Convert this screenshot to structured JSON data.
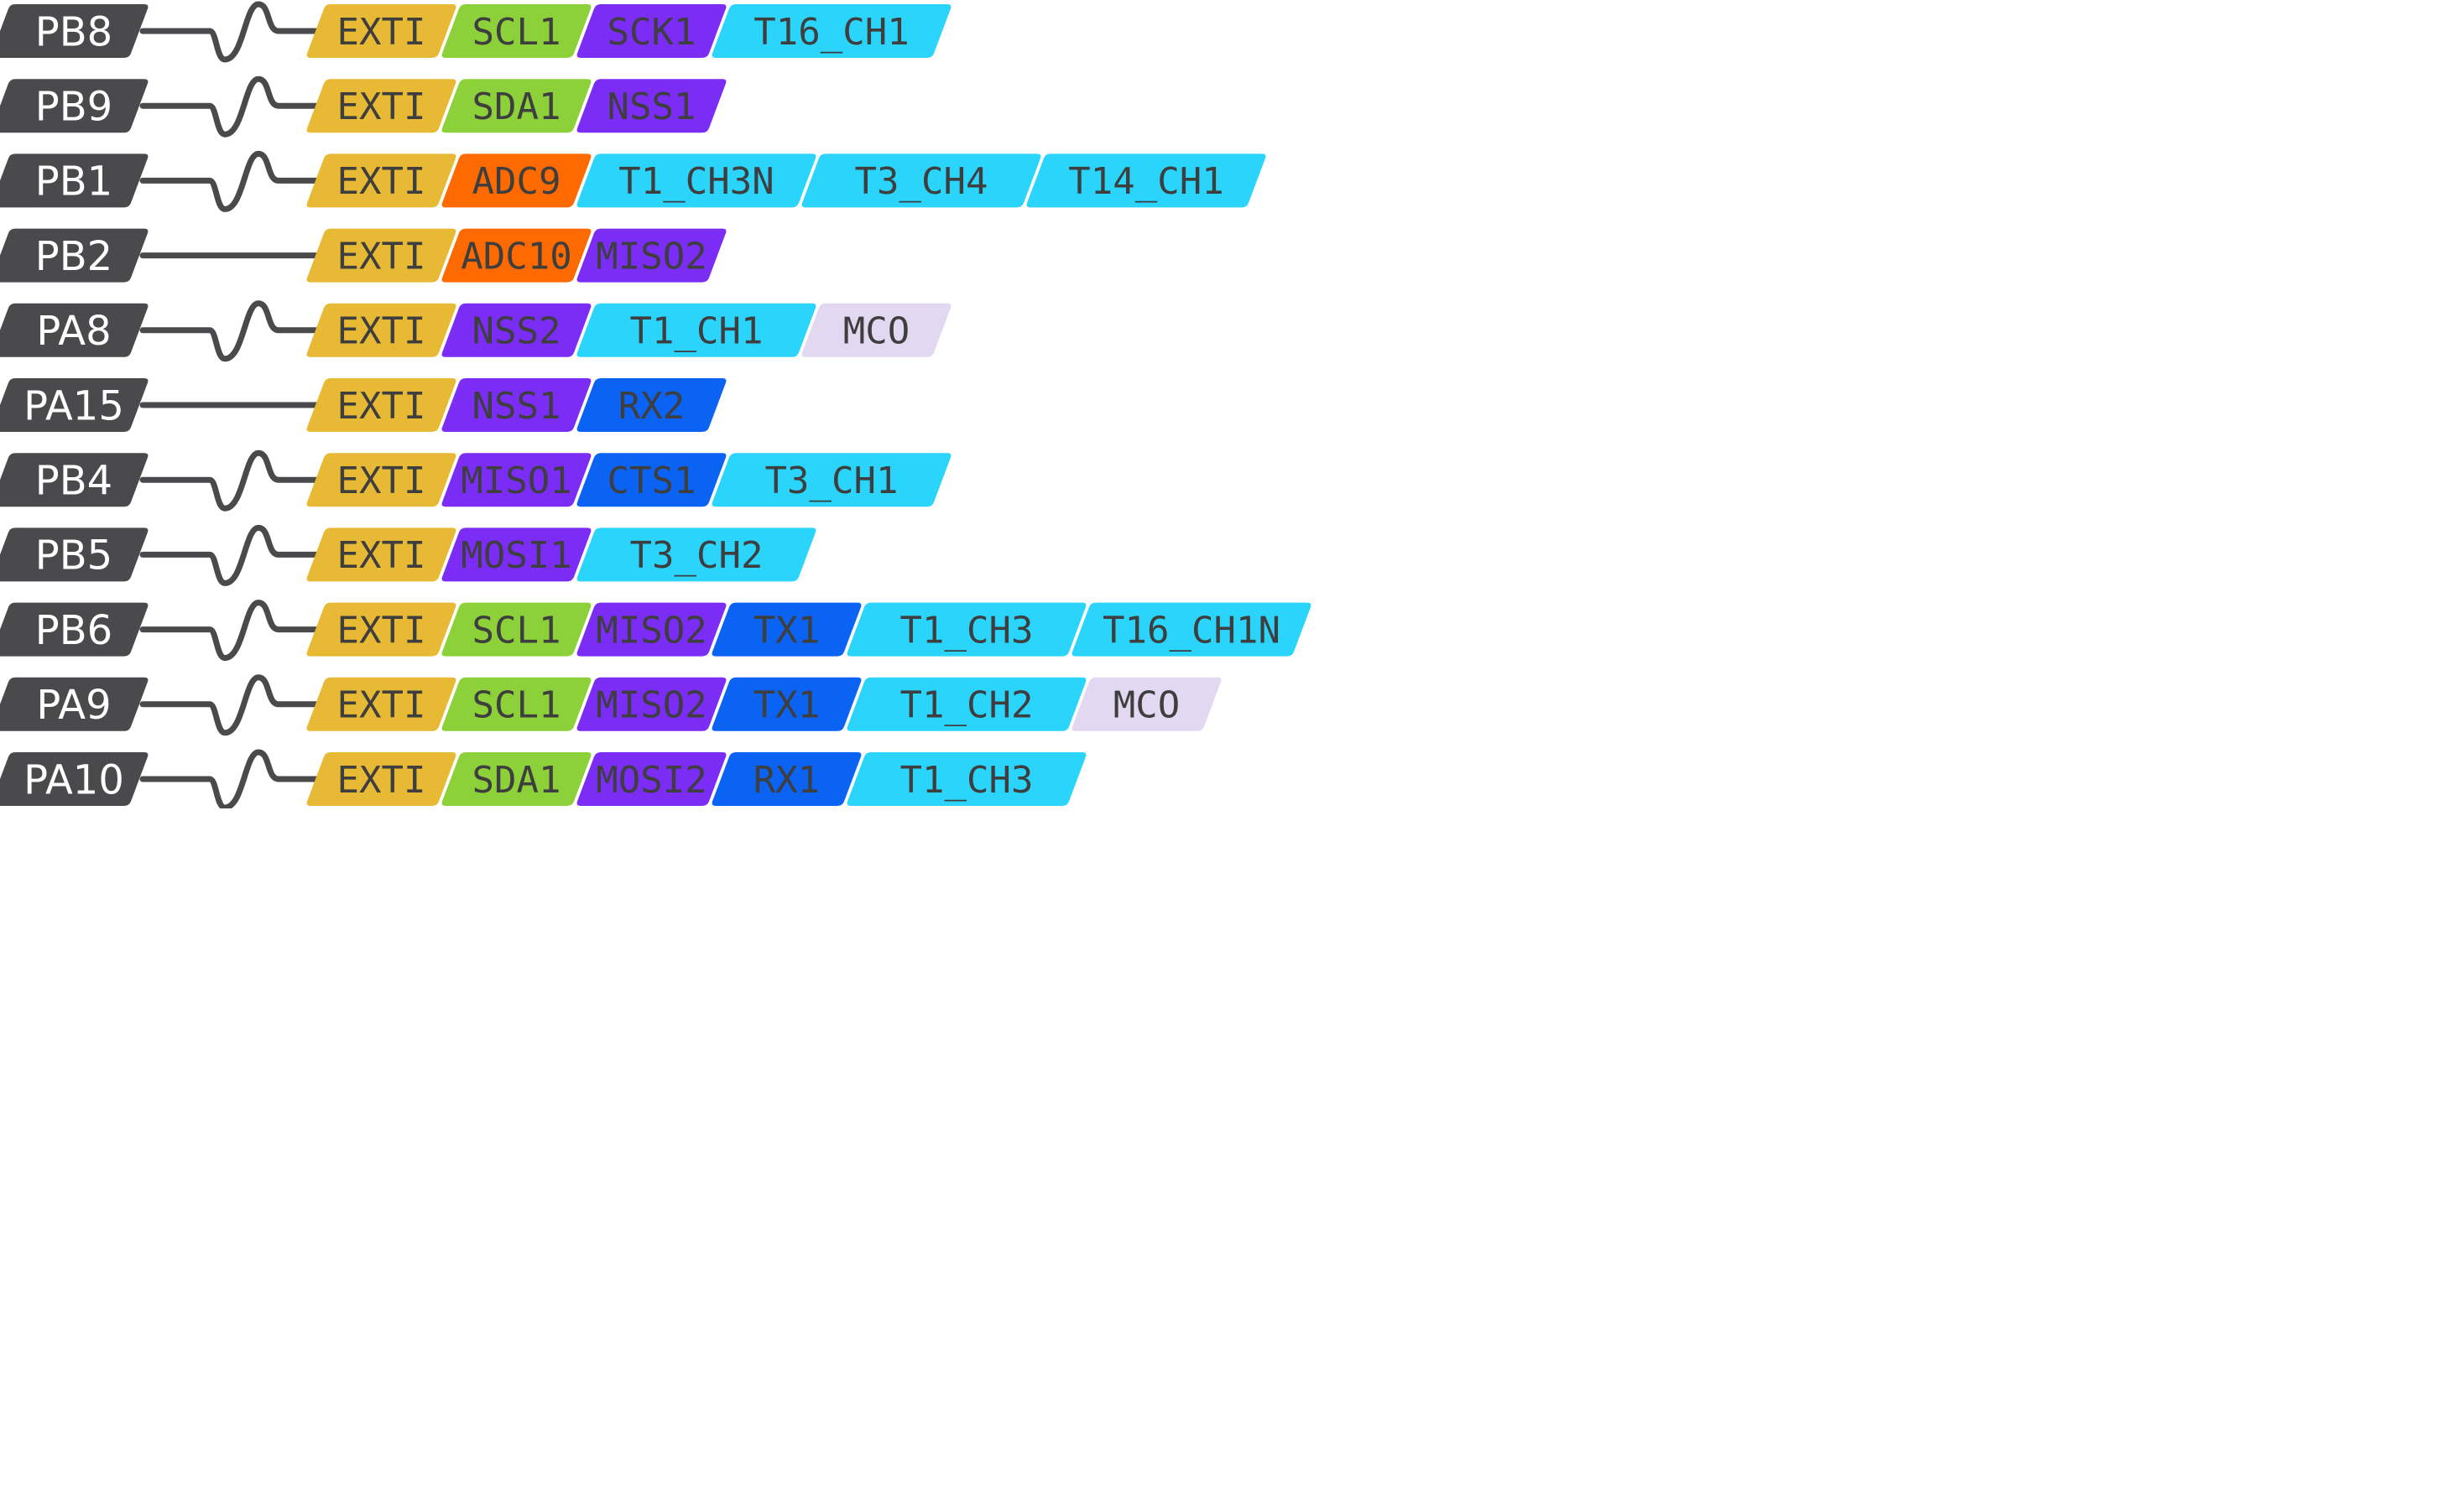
{
  "colors": {
    "pin": "#4a4a4c",
    "EXTI": "#e7b934",
    "I2C": "#8cd03a",
    "SPI": "#7b2cf5",
    "ADC": "#ff6a00",
    "TIMER": "#2ad4fb",
    "UART": "#0a63f2",
    "MCO": "#e2d8f2",
    "pin_text": "#ffffff",
    "func_text": "#3e3e3e"
  },
  "pins": [
    {
      "name": "PB8",
      "wave": true,
      "functions": [
        {
          "label": "EXTI",
          "type": "EXTI"
        },
        {
          "label": "SCL1",
          "type": "I2C"
        },
        {
          "label": "SCK1",
          "type": "SPI"
        },
        {
          "label": "T16_CH1",
          "type": "TIMER"
        }
      ]
    },
    {
      "name": "PB9",
      "wave": true,
      "functions": [
        {
          "label": "EXTI",
          "type": "EXTI"
        },
        {
          "label": "SDA1",
          "type": "I2C"
        },
        {
          "label": "NSS1",
          "type": "SPI"
        }
      ]
    },
    {
      "name": "PB1",
      "wave": true,
      "functions": [
        {
          "label": "EXTI",
          "type": "EXTI"
        },
        {
          "label": "ADC9",
          "type": "ADC"
        },
        {
          "label": "T1_CH3N",
          "type": "TIMER"
        },
        {
          "label": "T3_CH4",
          "type": "TIMER"
        },
        {
          "label": "T14_CH1",
          "type": "TIMER"
        }
      ]
    },
    {
      "name": "PB2",
      "wave": false,
      "functions": [
        {
          "label": "EXTI",
          "type": "EXTI"
        },
        {
          "label": "ADC10",
          "type": "ADC"
        },
        {
          "label": "MISO2",
          "type": "SPI"
        }
      ]
    },
    {
      "name": "PA8",
      "wave": true,
      "functions": [
        {
          "label": "EXTI",
          "type": "EXTI"
        },
        {
          "label": "NSS2",
          "type": "SPI"
        },
        {
          "label": "T1_CH1",
          "type": "TIMER"
        },
        {
          "label": "MCO",
          "type": "MCO"
        }
      ]
    },
    {
      "name": "PA15",
      "wave": false,
      "functions": [
        {
          "label": "EXTI",
          "type": "EXTI"
        },
        {
          "label": "NSS1",
          "type": "SPI"
        },
        {
          "label": "RX2",
          "type": "UART"
        }
      ]
    },
    {
      "name": "PB4",
      "wave": true,
      "functions": [
        {
          "label": "EXTI",
          "type": "EXTI"
        },
        {
          "label": "MISO1",
          "type": "SPI"
        },
        {
          "label": "CTS1",
          "type": "UART"
        },
        {
          "label": "T3_CH1",
          "type": "TIMER"
        }
      ]
    },
    {
      "name": "PB5",
      "wave": true,
      "functions": [
        {
          "label": "EXTI",
          "type": "EXTI"
        },
        {
          "label": "MOSI1",
          "type": "SPI"
        },
        {
          "label": "T3_CH2",
          "type": "TIMER"
        }
      ]
    },
    {
      "name": "PB6",
      "wave": true,
      "functions": [
        {
          "label": "EXTI",
          "type": "EXTI"
        },
        {
          "label": "SCL1",
          "type": "I2C"
        },
        {
          "label": "MISO2",
          "type": "SPI"
        },
        {
          "label": "TX1",
          "type": "UART"
        },
        {
          "label": "T1_CH3",
          "type": "TIMER"
        },
        {
          "label": "T16_CH1N",
          "type": "TIMER"
        }
      ]
    },
    {
      "name": "PA9",
      "wave": true,
      "functions": [
        {
          "label": "EXTI",
          "type": "EXTI"
        },
        {
          "label": "SCL1",
          "type": "I2C"
        },
        {
          "label": "MISO2",
          "type": "SPI"
        },
        {
          "label": "TX1",
          "type": "UART"
        },
        {
          "label": "T1_CH2",
          "type": "TIMER"
        },
        {
          "label": "MCO",
          "type": "MCO"
        }
      ]
    },
    {
      "name": "PA10",
      "wave": true,
      "functions": [
        {
          "label": "EXTI",
          "type": "EXTI"
        },
        {
          "label": "SDA1",
          "type": "I2C"
        },
        {
          "label": "MOSI2",
          "type": "SPI"
        },
        {
          "label": "RX1",
          "type": "UART"
        },
        {
          "label": "T1_CH3",
          "type": "TIMER"
        }
      ]
    }
  ]
}
